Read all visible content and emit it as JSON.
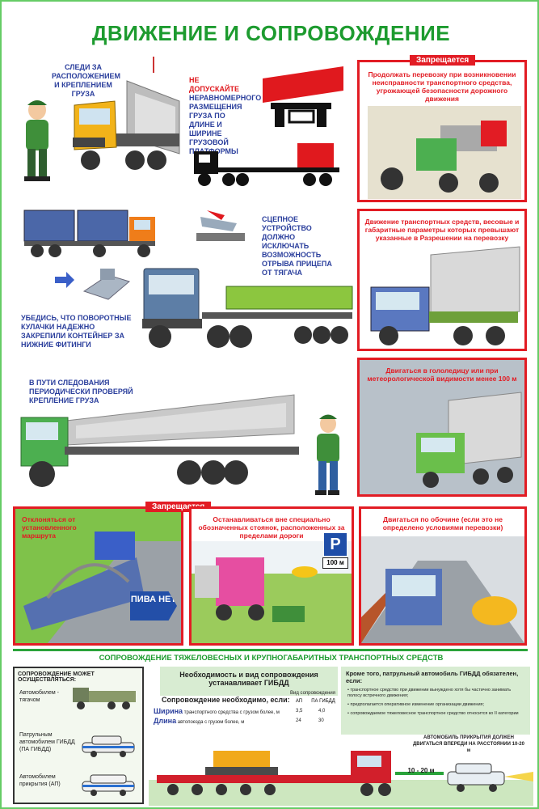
{
  "title": "ДВИЖЕНИЕ И СОПРОВОЖДЕНИЕ",
  "top_left_note": "СЛЕДИ ЗА РАСПОЛОЖЕНИЕМ И КРЕПЛЕНИЕМ ГРУЗА",
  "top_mid_note": {
    "line1": "НЕ ДОПУСКАЙТЕ",
    "line2": "неравномерного размещения груза по длине и ширине грузовой платформы"
  },
  "coupling_note": "СЦЕПНОЕ УСТРОЙСТВО ДОЛЖНО ИСКЛЮЧАТЬ ВОЗМОЖНОСТЬ ОТРЫВА ПРИЦЕПА ОТ ТЯГАЧА",
  "twistlock_note": "УБЕДИСЬ, ЧТО ПОВОРОТНЫЕ КУЛАЧКИ НАДЕЖНО ЗАКРЕПИЛИ КОНТЕЙНЕР ЗА НИЖНИЕ ФИТИНГИ",
  "check_note": "В ПУТИ СЛЕДОВАНИЯ ПЕРИОДИЧЕСКИ ПРОВЕРЯЙ КРЕПЛЕНИЕ ГРУЗА",
  "forbidden_label": "Запрещается",
  "right_panels": [
    "Продолжать перевозку при возникновении неисправности транспортного средства, угрожающей безопасности дорожного движения",
    "Движение транспортных средств, весовые и габаритные параметры которых превышают указанные в Разрешении на перевозку",
    "Двигаться в гололедицу или при метеорологической видимости менее 100 м"
  ],
  "bottom_panels": [
    "Отклоняться от установленного маршрута",
    "Останавливаться вне специально обозначенных стоянок, расположенных за пределами дороги",
    "Двигаться по обочине (если это не определено условиями перевозки)"
  ],
  "bottom_signs": {
    "beer": "ПИВА НЕТ",
    "parking": "P",
    "distance": "100 м"
  },
  "section_title": "СОПРОВОЖДЕНИЕ ТЯЖЕЛОВЕСНЫХ И КРУПНОГАБАРИТНЫХ ТРАНСПОРТНЫХ СРЕДСТВ",
  "escort_box": {
    "heading": "СОПРОВОЖДЕНИЕ МОЖЕТ ОСУЩЕСТВЛЯТЬСЯ:",
    "items": [
      "Автомобилем - тягачом",
      "Патрульным автомобилем ГИБДД (ПА ГИБДД)",
      "Автомобилем прикрытия (АП)"
    ]
  },
  "necessity_box": {
    "line1": "Необходимость и вид сопровождения",
    "line2": "устанавливает ГИБДД"
  },
  "necessity_table": {
    "lead": "Сопровождение необходимо, если:",
    "col_header": "Вид сопровождения",
    "col_ap": "АП",
    "col_pa": "ПА ГИБДД",
    "rows": [
      {
        "label": "Ширина",
        "text": "транспортного средства с грузом более, м",
        "ap": "3,5",
        "pa": "4,0"
      },
      {
        "label": "Длина",
        "text": "автопоезда с грузом более, м",
        "ap": "24",
        "pa": "30"
      }
    ]
  },
  "patrol_box": {
    "heading": "Кроме того, патрульный автомобиль ГИБДД обязателен, если:",
    "items": [
      "транспортное средство при движении вынуждено хотя бы частично занимать полосу встречного движения;",
      "предполагается оперативное изменение организации движения;",
      "сопровождаемое тяжеловесное транспортное средство относится ко II категории"
    ]
  },
  "cover_note": "АВТОМОБИЛЬ ПРИКРЫТИЯ ДОЛЖЕН ДВИГАТЬСЯ ВПЕРЕДИ НА РАССТОЯНИИ 10-20 м",
  "distance_label": "10 - 20 м"
}
